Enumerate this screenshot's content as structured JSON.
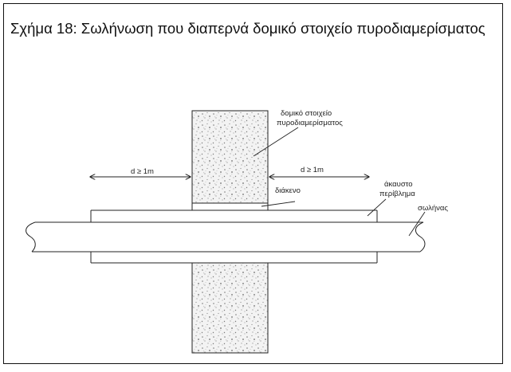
{
  "figure": {
    "caption": "Σχήμα 18: Σωλήνωση που διαπερνά δομικό στοιχείο πυροδιαμερίσματος"
  },
  "labels": {
    "wall_line1": "δομικό στοιχείο",
    "wall_line2": "πυροδιαμερίσματος",
    "dist_left": "d ≥ 1m",
    "dist_right": "d ≥ 1m",
    "gap": "διάκενο",
    "sleeve_line1": "άκαυστο",
    "sleeve_line2": "περίβλημα",
    "pipe": "σωλήνας"
  },
  "colors": {
    "line": "#222222",
    "wall_fill": "#f2f2f2",
    "wall_speckle": "#7a7a7a"
  }
}
